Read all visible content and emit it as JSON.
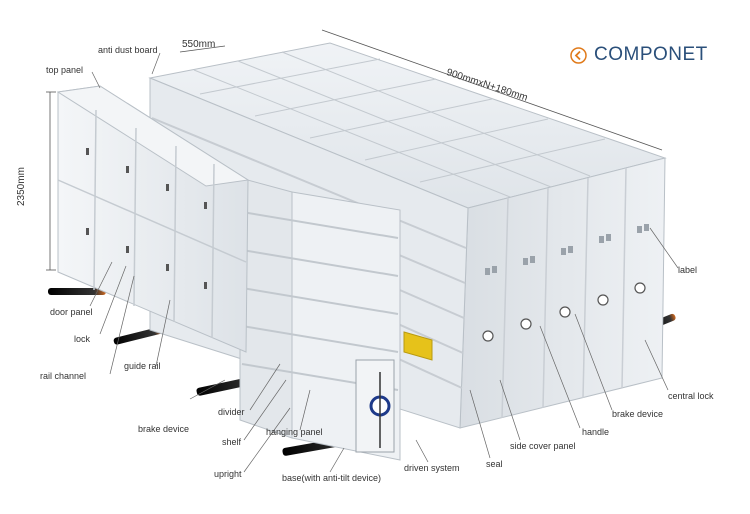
{
  "brand": {
    "name": "COMPONET",
    "accent": "#e07a1a",
    "text_color": "#2a4f7a"
  },
  "dimensions": {
    "height": "2350mm",
    "depth": "550mm",
    "length": "900mmxN+180mm"
  },
  "labels": {
    "anti_dust_board": "anti dust board",
    "top_panel": "top panel",
    "door_panel": "door panel",
    "lock": "lock",
    "rail_channel": "rail channel",
    "guide_rail": "guide rail",
    "brake_device_left": "brake device",
    "divider": "divider",
    "shelf": "shelf",
    "upright": "upright",
    "hanging_panel": "hanging panel",
    "base": "base(with anti-tilt device)",
    "driven_system": "driven system",
    "seal": "seal",
    "side_cover_panel": "side cover panel",
    "handle": "handle",
    "brake_device_right": "brake device",
    "central_lock": "central lock",
    "label": "label"
  },
  "colors": {
    "cabinet": "#e9ecef",
    "cabinet_shade": "#d3d8dd",
    "rail": "#1e1e1e",
    "rail_accent": "#d2691e",
    "leader": "#555555"
  }
}
